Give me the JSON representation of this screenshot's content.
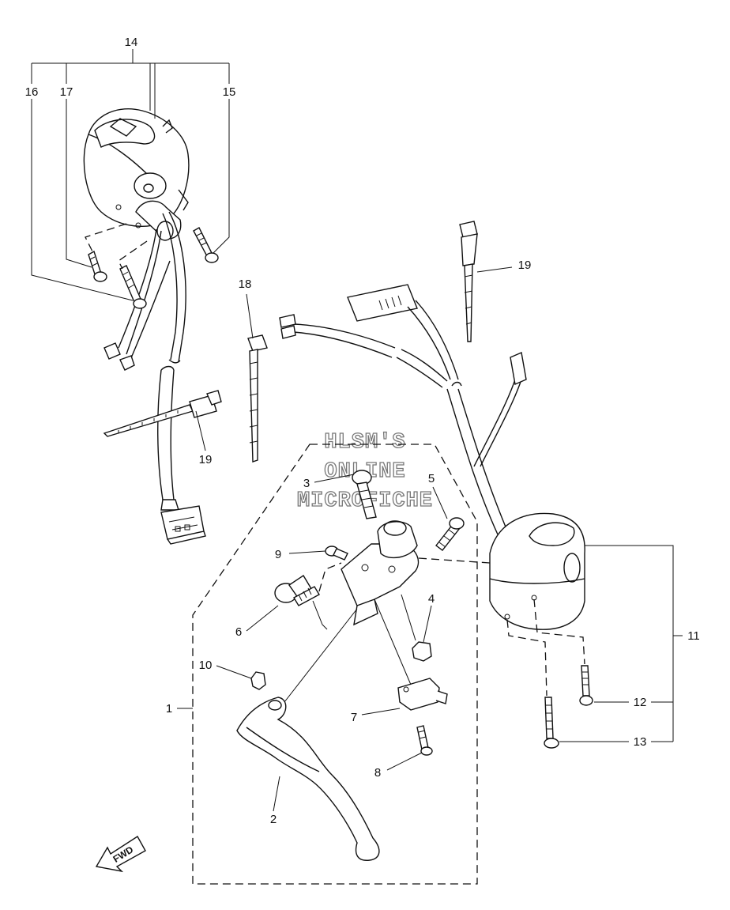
{
  "callouts": {
    "c1": "1",
    "c2": "2",
    "c3": "3",
    "c4": "4",
    "c5": "5",
    "c6": "6",
    "c7": "7",
    "c8": "8",
    "c9": "9",
    "c10": "10",
    "c11": "11",
    "c12": "12",
    "c13": "13",
    "c14": "14",
    "c15": "15",
    "c16": "16",
    "c17": "17",
    "c18": "18",
    "c19a": "19",
    "c19b": "19"
  },
  "watermark": {
    "line1": "HLSM'S",
    "line2": "ONLINE",
    "line3": "MICROFICHE"
  },
  "direction_badge": "FWD"
}
